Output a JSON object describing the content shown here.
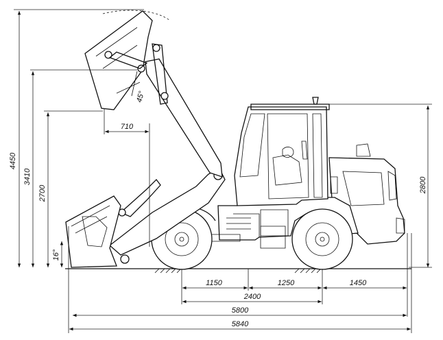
{
  "dimensions": {
    "height_total": "4450",
    "height_hinge": "3410",
    "height_dump": "2700",
    "height_cab": "2800",
    "angle_dump": "45°",
    "angle_rollback": "16°",
    "reach_dump": "710",
    "wheel_front_to_hinge": "1150",
    "hinge_to_rear_wheel": "1250",
    "rear_overhang": "1450",
    "wheelbase": "2400",
    "length_body": "5800",
    "length_total": "5840"
  }
}
